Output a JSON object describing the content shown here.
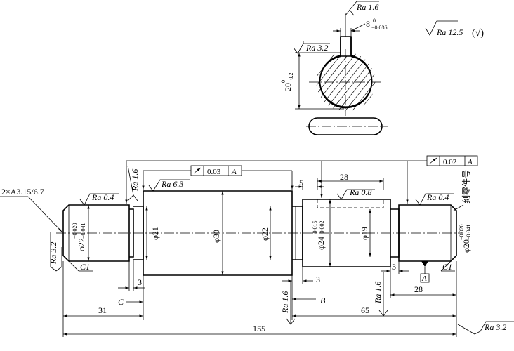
{
  "roughness": {
    "general": "Ra 12.5",
    "general_paren": "(√)",
    "keyway_wall": "Ra 1.6",
    "section_left": "Ra 3.2",
    "seg1": "Ra 0.4",
    "left_end": "Ra 3.2",
    "shoulder": "Ra 1.6",
    "seg3": "Ra 6.3",
    "keyway_seg": "Ra 0.8",
    "seg6_shoulder": "Ra 1.6",
    "seg5_shoulder": "Ra 1.6",
    "seg6": "Ra 0.4",
    "right_end": "Ra 3.2"
  },
  "section": {
    "key_width_nominal": "8",
    "key_width_upper": "0",
    "key_width_lower": "−0.036",
    "depth_nominal": "20",
    "depth_upper": "0",
    "depth_lower": "−0.2"
  },
  "center_hole": "2×A3.15/6.7",
  "chamfer_left": "C1",
  "chamfer_right": "C1",
  "tolerances": {
    "runout_left_value": "0.03",
    "runout_left_datum": "A",
    "runout_right_value": "0.02",
    "runout_right_datum": "A",
    "datum_label": "A"
  },
  "diameters": {
    "d1_symbol": "φ22",
    "d1_upper": "−0.020",
    "d1_lower": "−0.041",
    "d2": "φ21",
    "d3": "φ30",
    "d4": "φ22",
    "d5_symbol": "φ24",
    "d5_upper": "−0.015",
    "d5_lower": "−0.002",
    "d6": "φ19",
    "d7_symbol": "φ20",
    "d7_upper": "−0.020",
    "d7_lower": "−0.041"
  },
  "lengths": {
    "total": "155",
    "left_31": "31",
    "groove_left": "3",
    "groove_mid": "3",
    "groove_right": "3",
    "key_offset": "5",
    "key_length": "28",
    "right_28": "28",
    "mid_65": "65"
  },
  "section_labels": {
    "c": "C",
    "b": "B"
  },
  "part_mark": "刻零件号"
}
